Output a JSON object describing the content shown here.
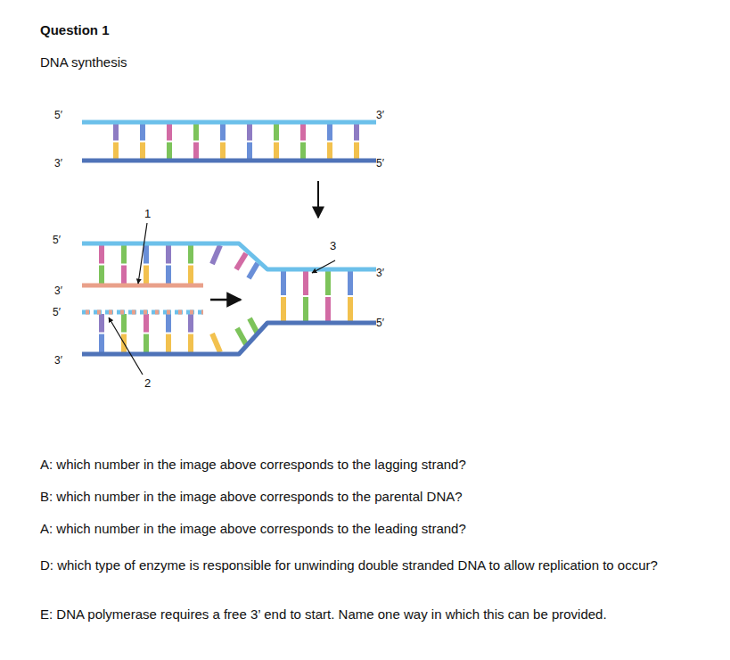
{
  "diagram": {
    "title": "Question 1",
    "labels": [
      "DNA synthesis",
      "5′",
      "3′",
      "3′",
      "5′",
      "1",
      "5′",
      "3",
      "3′",
      "3′",
      "5′",
      "5′",
      "3′",
      "2",
      "A: which number in the image above corresponds to the lagging strand?",
      "B: which number in the image above corresponds to the parental DNA?",
      "A: which number in the image above corresponds to the leading strand?",
      "D: which type of enzyme is responsible for unwinding double stranded DNA to allow replication to occur?",
      "E: DNA polymerase requires a free 3’ end to start. Name one way in which this can be provided."
    ]
  }
}
